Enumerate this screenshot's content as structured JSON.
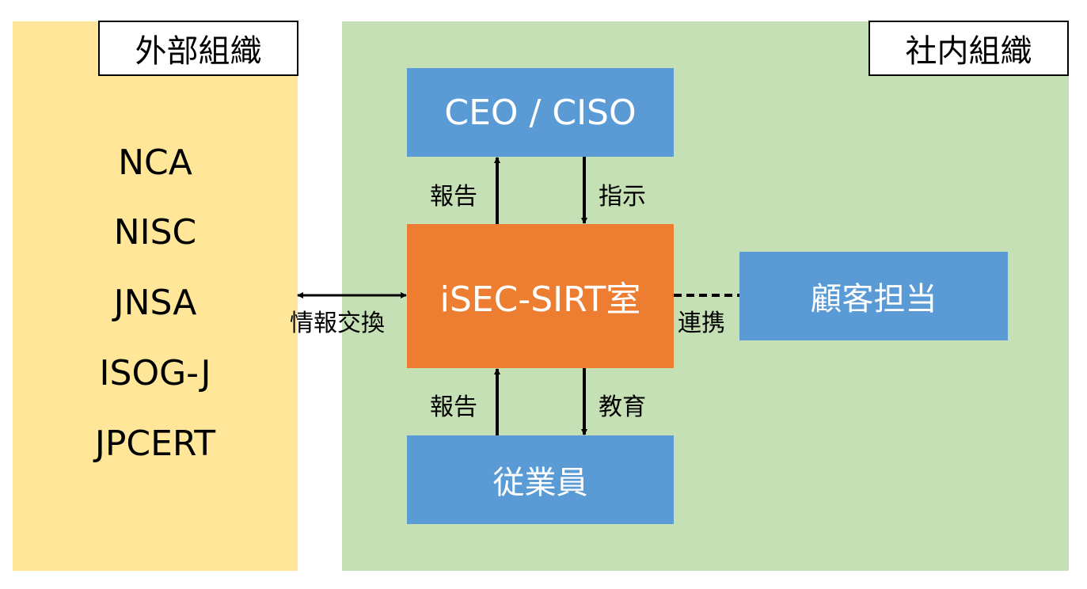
{
  "external": {
    "title": "外部組織",
    "orgs": [
      "NCA",
      "NISC",
      "JNSA",
      "ISOG-J",
      "JPCERT"
    ]
  },
  "internal": {
    "title": "社内組織",
    "ceo": "CEO / CISO",
    "sirt": "iSEC-SIRT室",
    "staff": "従業員",
    "customer": "顧客担当"
  },
  "labels": {
    "report_up": "報告",
    "instruct": "指示",
    "info_exchange": "情報交換",
    "cooperation": "連携",
    "report_staff": "報告",
    "education": "教育"
  },
  "colors": {
    "external_bg": "#FFE699",
    "internal_bg": "#C5E0B4",
    "blue_box": "#5B9BD5",
    "orange_box": "#ED7D31"
  }
}
